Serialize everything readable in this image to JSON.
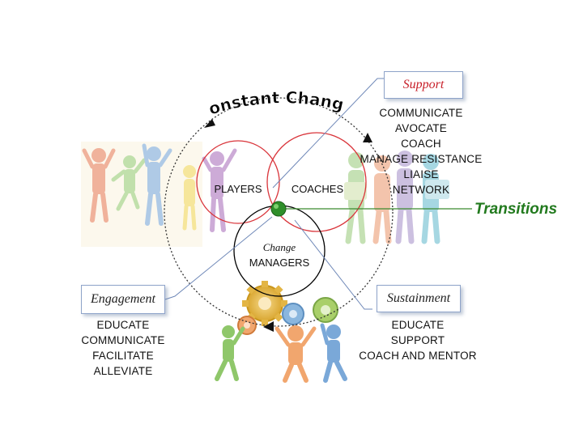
{
  "title": "Constant Change",
  "circles": {
    "players": "PLAYERS",
    "coaches": "COACHES",
    "change": "Change",
    "managers": "MANAGERS"
  },
  "transitions": "Transitions",
  "support": {
    "label": "Support",
    "items": [
      "COMMUNICATE",
      "AVOCATE",
      "COACH",
      "MANAGE RESISTANCE",
      "LIAISE",
      "NETWORK"
    ]
  },
  "engagement": {
    "label": "Engagement",
    "items": [
      "EDUCATE",
      "COMMUNICATE",
      "FACILITATE",
      "ALLEVIATE"
    ]
  },
  "sustainment": {
    "label": "Sustainment",
    "items": [
      "EDUCATE",
      "SUPPORT",
      "COACH AND MENTOR"
    ]
  },
  "colors": {
    "venn_red": "#d9343a",
    "venn_black": "#000000",
    "transitions_green": "#227a1e",
    "callout_border": "#8ea3c9",
    "support_text": "#c8202a"
  }
}
